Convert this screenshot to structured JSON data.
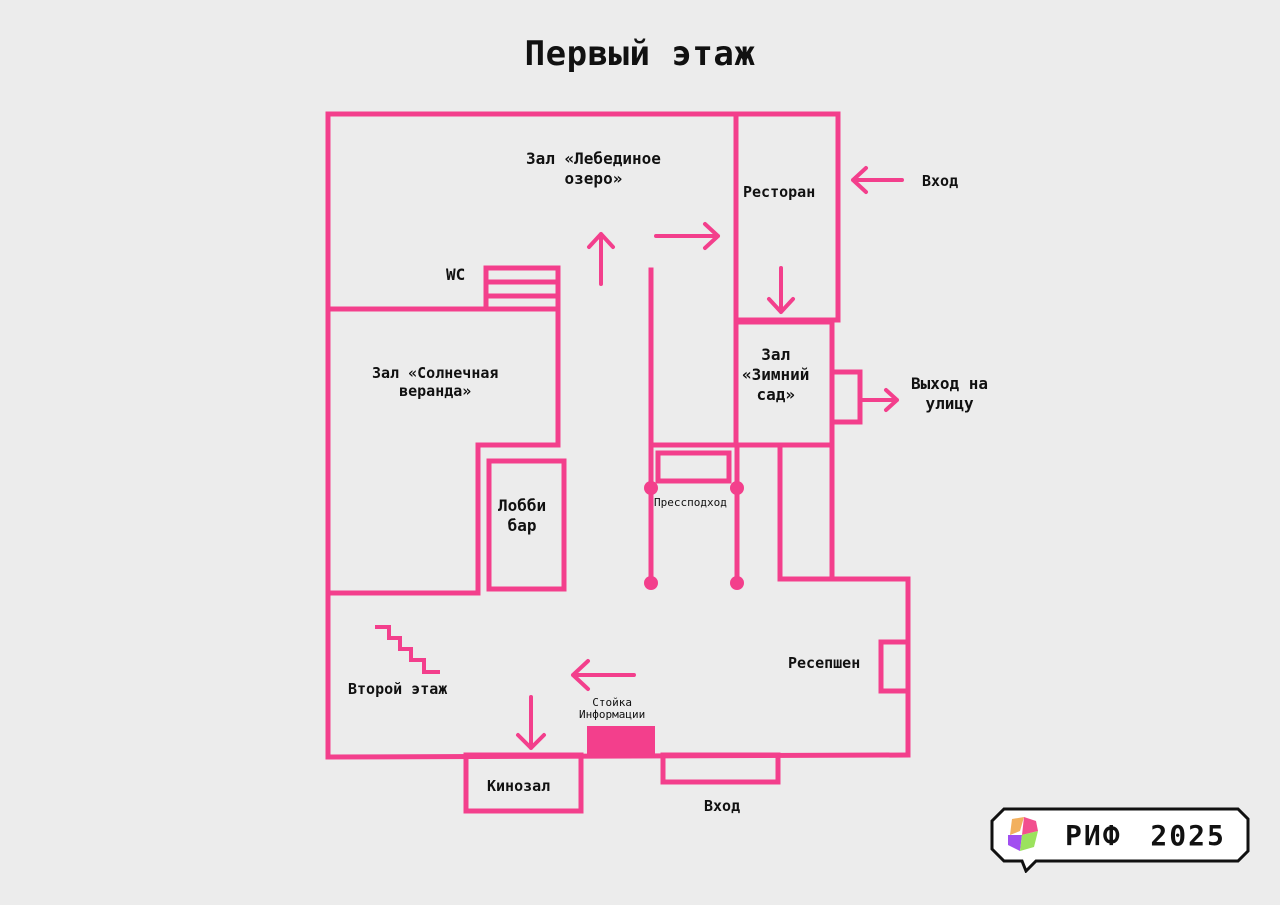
{
  "title": "Первый этаж",
  "colors": {
    "wall": "#f33f8c",
    "background": "#ececec",
    "text": "#111111"
  },
  "rooms": {
    "swan_lake": "Зал «Лебединое озеро»",
    "swan_lake_l1": "Зал «Лебединое",
    "swan_lake_l2": "озеро»",
    "restaurant": "Ресторан",
    "wc": "WC",
    "sunny_veranda_l1": "Зал «Солнечная",
    "sunny_veranda_l2": "веранда»",
    "lobby_bar_l1": "Лобби",
    "lobby_bar_l2": "бар",
    "winter_garden_l1": "Зал",
    "winter_garden_l2": "«Зимний",
    "winter_garden_l3": "сад»",
    "press_entrance": "Пресcподход",
    "second_floor": "Второй этаж",
    "info_desk_l1": "Стойка",
    "info_desk_l2": "Информации",
    "reception": "Ресепшен",
    "cinema": "Кинозал"
  },
  "exits": {
    "entrance_top": "Вход",
    "street_exit_l1": "Выход на",
    "street_exit_l2": "улицу",
    "entrance_bottom": "Вход"
  },
  "logo": {
    "text": "РИФ 2025",
    "icon": "rif-logo-icon"
  }
}
